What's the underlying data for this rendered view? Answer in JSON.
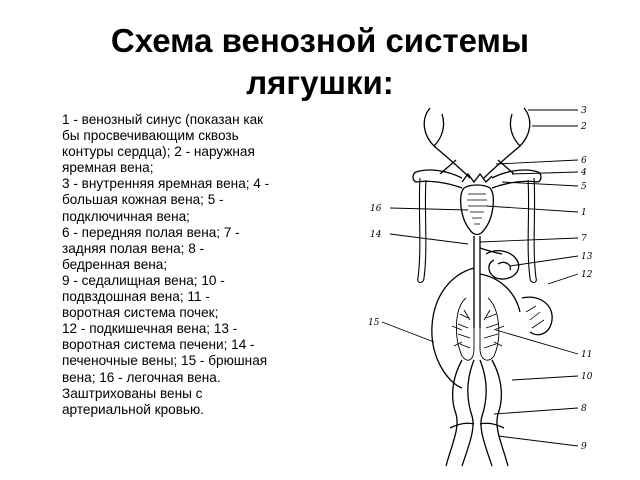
{
  "title": {
    "line1": "Схема венозной системы",
    "line2": "лягушки:"
  },
  "legend": [
    "1 - венозный синус (показан как",
    "бы просвечивающим сквозь",
    "контуры сердца); 2 - наружная",
    "яремная вена;",
    "3 - внутренняя яремная вена; 4 -",
    "большая кожная вена; 5 -",
    "подключичная вена;",
    "6 - передняя полая вена; 7 -",
    "задняя полая вена; 8 -",
    "бедренная вена;",
    "9 - седалищная вена; 10 -",
    "подвздошная вена; 11 -",
    "воротная система почек;",
    "12 - подкишечная вена; 13 -",
    "воротная система печени; 14 -",
    "печеночные вены; 15 - брюшная",
    "вена; 16 - легочная вена.",
    "Заштрихованы вены с",
    "артериальной кровью."
  ],
  "diagram_labels": {
    "right": [
      "3",
      "2",
      "6",
      "4",
      "5",
      "1",
      "7",
      "13",
      "12",
      "11",
      "10",
      "8",
      "9"
    ],
    "left": [
      "16",
      "14",
      "15"
    ]
  }
}
